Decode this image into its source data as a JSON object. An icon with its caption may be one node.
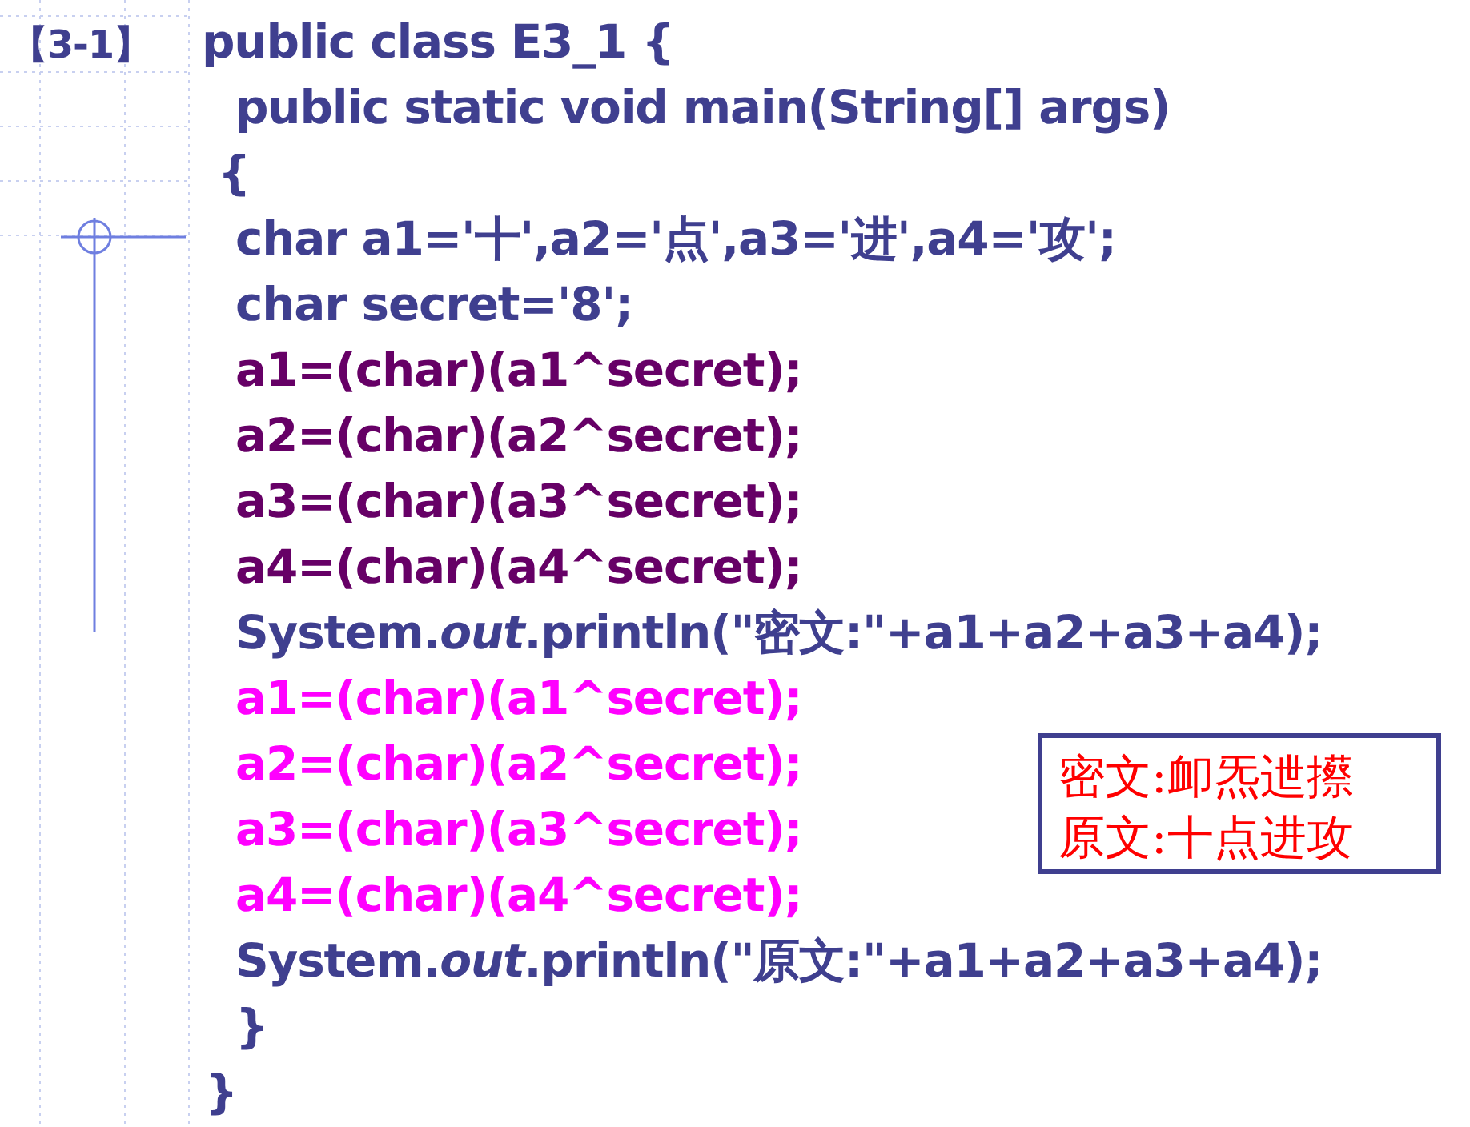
{
  "diagram": {
    "nodes": [
      {
        "text": [
          "密文:卹炁迣攃",
          "原文:十点进攻"
        ]
      }
    ],
    "labels": [
      "【3-1】",
      "public class E3_1 {",
      "public static void main(String[] args)",
      "{",
      "char a1='十',a2='点',a3='进',a4='攻';",
      "char secret='8';",
      "a1=(char)(a1^secret);",
      "a2=(char)(a2^secret);",
      "a3=(char)(a3^secret);",
      "a4=(char)(a4^secret);",
      "System.*out*.println(\"密文:\"+a1+a2+a3+a4);",
      "a1=(char)(a1^secret);",
      "a2=(char)(a2^secret);",
      "a3=(char)(a3^secret);",
      "a4=(char)(a4^secret);",
      "System.*out*.println(\"原文:\"+a1+a2+a3+a4);",
      "}",
      "}"
    ]
  }
}
